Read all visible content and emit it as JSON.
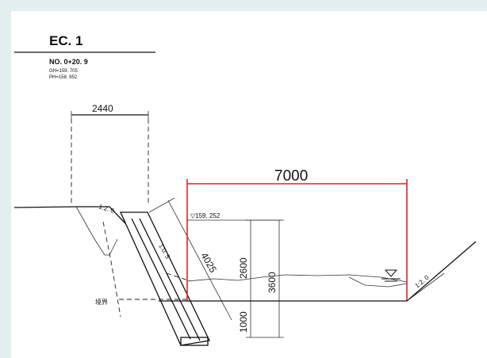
{
  "section": {
    "title": "EC. 1",
    "station": "NO. 0+20. 9",
    "ground_height": "GH=159. 705",
    "plan_height": "PH=158. 952"
  },
  "dimensions": {
    "top_width": "2440",
    "channel_width": "7000",
    "wall_slope_length": "4025",
    "depth_upper": "2600",
    "depth_total": "3600",
    "depth_lower": "1000"
  },
  "labels": {
    "slope_top": "1:2. 0",
    "slope_wall": "1:0. 5",
    "water_level": "▽159. 252",
    "boundary": "境界",
    "slope_right": "1:2. 0"
  },
  "colors": {
    "background": "#e3eef0",
    "sheet": "#ffffff",
    "line": "#111111",
    "highlight": "#e0242a"
  }
}
